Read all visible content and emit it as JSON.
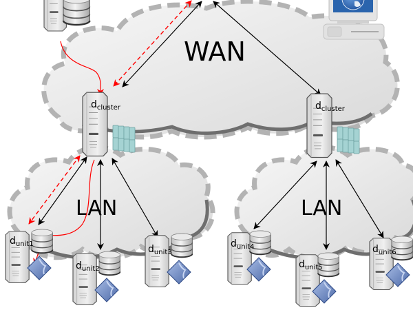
{
  "diagram": {
    "networks": [
      {
        "id": "wan",
        "label": "WAN"
      },
      {
        "id": "lan1",
        "label": "LAN"
      },
      {
        "id": "lan2",
        "label": "LAN"
      }
    ],
    "nodes": [
      {
        "id": "db_server",
        "type": "database-server",
        "label": ""
      },
      {
        "id": "central",
        "type": "server",
        "label": ""
      },
      {
        "id": "client",
        "type": "desktop-computer",
        "label": ""
      },
      {
        "id": "cluster1",
        "type": "cluster-server",
        "label_main": "d",
        "label_sub": "cluster"
      },
      {
        "id": "cluster2",
        "type": "cluster-server",
        "label_main": "d",
        "label_sub": "cluster"
      },
      {
        "id": "unit1",
        "type": "unit-server",
        "label_main": "d",
        "label_sub": "unit1"
      },
      {
        "id": "unit2",
        "type": "unit-server",
        "label_main": "d",
        "label_sub": "unit2"
      },
      {
        "id": "unit3",
        "type": "unit-server",
        "label_main": "d",
        "label_sub": "unit3"
      },
      {
        "id": "unit4",
        "type": "unit-server",
        "label_main": "d",
        "label_sub": "unit4"
      },
      {
        "id": "unit5",
        "type": "unit-server",
        "label_main": "d",
        "label_sub": "unit5"
      },
      {
        "id": "unit6",
        "type": "unit-server",
        "label_main": "d",
        "label_sub": "unit6"
      }
    ],
    "edges": [
      {
        "from": "central",
        "to": "cluster1",
        "style": "solid",
        "color": "#000000",
        "direction": "both"
      },
      {
        "from": "central",
        "to": "cluster1",
        "style": "dashed",
        "color": "#ff0000",
        "direction": "both"
      },
      {
        "from": "central",
        "to": "cluster2",
        "style": "solid",
        "color": "#000000",
        "direction": "both"
      },
      {
        "from": "db_server",
        "to": "cluster1",
        "style": "curved",
        "color": "#ff0000",
        "direction": "forward"
      },
      {
        "from": "cluster1",
        "to": "unit1",
        "style": "solid",
        "color": "#000000",
        "direction": "both"
      },
      {
        "from": "cluster1",
        "to": "unit1",
        "style": "dashed",
        "color": "#ff0000",
        "direction": "both"
      },
      {
        "from": "cluster1",
        "to": "unit1",
        "style": "curved",
        "color": "#ff0000",
        "direction": "forward"
      },
      {
        "from": "unit1",
        "to": "unit1-app",
        "style": "solid",
        "color": "#ff0000",
        "direction": "forward"
      },
      {
        "from": "cluster1",
        "to": "unit2",
        "style": "solid",
        "color": "#000000",
        "direction": "both"
      },
      {
        "from": "cluster1",
        "to": "unit3",
        "style": "solid",
        "color": "#000000",
        "direction": "both"
      },
      {
        "from": "cluster2",
        "to": "unit4",
        "style": "solid",
        "color": "#000000",
        "direction": "both"
      },
      {
        "from": "cluster2",
        "to": "unit5",
        "style": "solid",
        "color": "#000000",
        "direction": "both"
      },
      {
        "from": "cluster2",
        "to": "unit6",
        "style": "solid",
        "color": "#000000",
        "direction": "both"
      }
    ],
    "colors": {
      "cloud_fill": "#e6e6e6",
      "cloud_dash": "#b3b3b3",
      "cloud_shadow": "#6e6e6e",
      "link_black": "#000000",
      "link_red": "#ff0000",
      "cluster_blades": "#9fcfcf",
      "app_icon": "#6f8fc8"
    }
  }
}
